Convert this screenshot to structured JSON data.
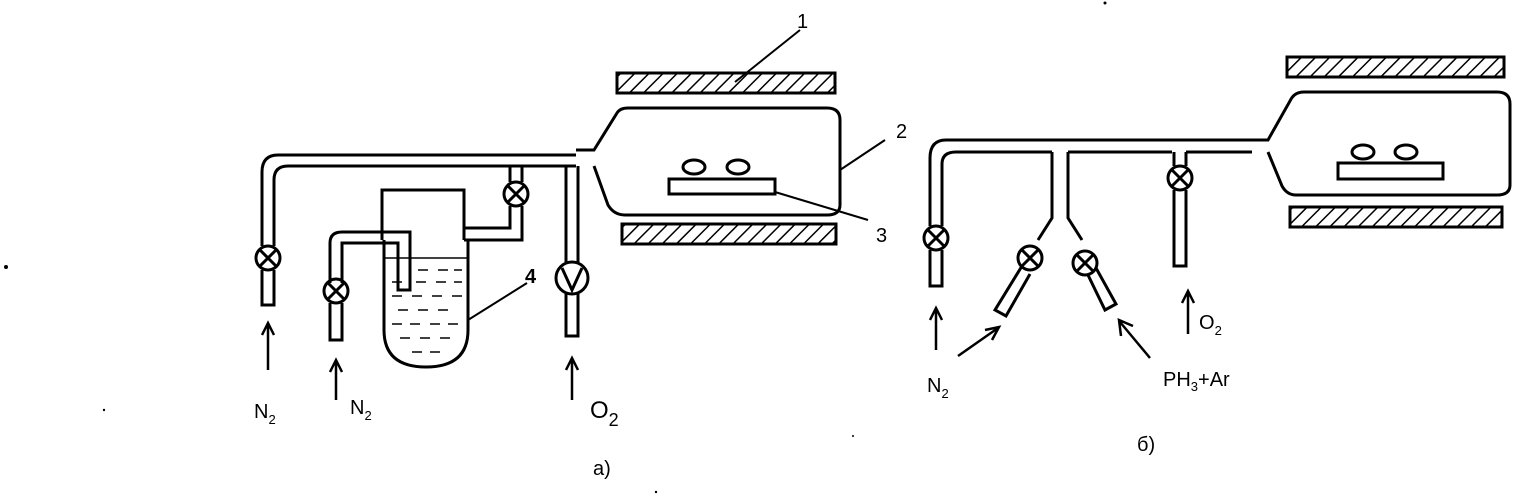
{
  "diagram_a": {
    "caption": "а)",
    "labels": {
      "n1": "1",
      "n2": "2",
      "n3": "3",
      "n4": "4"
    },
    "gases": {
      "n2_left": {
        "main": "N",
        "sub": "2"
      },
      "n2_bubbler": {
        "main": "N",
        "sub": "2"
      },
      "o2": {
        "main": "O",
        "sub": "2"
      }
    }
  },
  "diagram_b": {
    "caption": "б)",
    "gases": {
      "n2": {
        "main": "N",
        "sub": "2"
      },
      "ph3_ar": {
        "pre": "PH",
        "sub": "3",
        "post": "+Ar"
      },
      "o2": {
        "main": "O",
        "sub": "2"
      }
    }
  }
}
